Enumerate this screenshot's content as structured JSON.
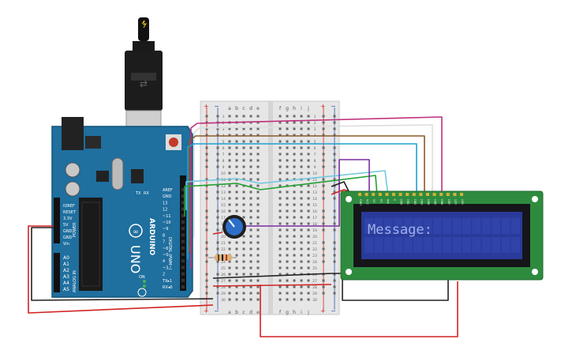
{
  "arduino": {
    "logo": "ARDUINO",
    "model": "UNO",
    "power_header_labels": [
      "IOREF",
      "RESET",
      "3.3V",
      "5V",
      "GND",
      "GND",
      "Vin"
    ],
    "power_title": "POWER",
    "analog_labels": [
      "A0",
      "A1",
      "A2",
      "A3",
      "A4",
      "A5"
    ],
    "analog_title": "ANALOG IN",
    "digital_labels": [
      "AREF",
      "GND",
      "13",
      "12",
      "~11",
      "~10",
      "~9",
      "8",
      "7",
      "~6",
      "~5",
      "4",
      "~3",
      "2",
      "TX▸1",
      "RX◂0"
    ],
    "digital_title": "DIGITAL (PWM~)",
    "tx_rx": [
      "TX",
      "RX"
    ],
    "on_label": "ON",
    "l_label": "L"
  },
  "breadboard": {
    "column_letters_left": [
      "a",
      "b",
      "c",
      "d",
      "e"
    ],
    "column_letters_right": [
      "f",
      "g",
      "h",
      "i",
      "j"
    ],
    "rail_plus": "+",
    "rail_minus": "−",
    "row_count": 30
  },
  "lcd": {
    "message": "Message:",
    "pin_labels": [
      "GND",
      "VCC",
      "V0",
      "RS",
      "RW",
      "E",
      "DB0",
      "DB1",
      "DB2",
      "DB3",
      "DB4",
      "DB5",
      "DB6",
      "DB7",
      "LED",
      "LED"
    ]
  },
  "colors": {
    "arduino_board": "#1f6f9f",
    "breadboard": "#e6e6e6",
    "lcd_pcb": "#2e8b3e",
    "lcd_screen": "#2a3a9a",
    "lcd_text": "#9fb0e8",
    "wire_red": "#d22222",
    "wire_black": "#222222",
    "wire_magenta": "#c0307c",
    "wire_brown": "#8a5a2a",
    "wire_blue": "#1ea0d0",
    "wire_green": "#21a032",
    "wire_purple": "#7a2ea0",
    "wire_lightblue": "#70c8e0",
    "wire_white": "#dddddd",
    "potentiometer": "#2d6ec8"
  }
}
